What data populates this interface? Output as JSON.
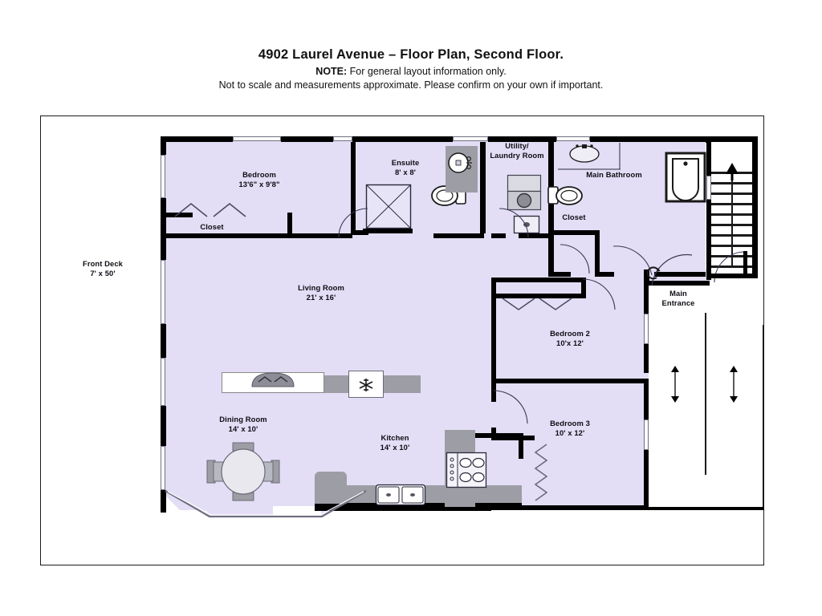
{
  "header": {
    "title": "4902 Laurel Avenue – Floor Plan, Second Floor.",
    "note_label": "NOTE:",
    "note_text": "For general layout information only.",
    "note_line2": "Not to scale and measurements approximate. Please confirm on your own if important."
  },
  "colors": {
    "room_fill": "#E3DEF5",
    "wall": "#000000",
    "frame": "#1A1A1A",
    "fixture_gray": "#9D9DA6",
    "paper": "#FFFFFF"
  },
  "rooms": [
    {
      "id": "bedroom-1",
      "name": "Bedroom",
      "dims": "13'6\" x 9'8\""
    },
    {
      "id": "closet-1",
      "name": "Closet",
      "dims": ""
    },
    {
      "id": "ensuite",
      "name": "Ensuite",
      "dims": "8' x 8'"
    },
    {
      "id": "utility-laundry",
      "name": "Utility/",
      "dims": "Laundry Room"
    },
    {
      "id": "main-bathroom",
      "name": "Main Bathroom",
      "dims": ""
    },
    {
      "id": "closet-2",
      "name": "Closet",
      "dims": ""
    },
    {
      "id": "front-deck",
      "name": "Front Deck",
      "dims": "7'  x  50'"
    },
    {
      "id": "living-room",
      "name": "Living Room",
      "dims": "21' x 16'"
    },
    {
      "id": "bedroom-2",
      "name": "Bedroom 2",
      "dims": "10'x 12'"
    },
    {
      "id": "bedroom-3",
      "name": "Bedroom 3",
      "dims": "10' x 12'"
    },
    {
      "id": "dining-room",
      "name": "Dining Room",
      "dims": "14' x 10'"
    },
    {
      "id": "kitchen",
      "name": "Kitchen",
      "dims": "14' x 10'"
    },
    {
      "id": "main-entrance",
      "name": "Main",
      "dims": "Entrance"
    }
  ],
  "labels": {
    "bedroom1_name": "Bedroom",
    "bedroom1_dims": "13'6\" x 9'8\"",
    "closet1": "Closet",
    "ensuite_name": "Ensuite",
    "ensuite_dims": "8' x 8'",
    "utility_l1": "Utility/",
    "utility_l2": "Laundry Room",
    "main_bathroom": "Main Bathroom",
    "closet2": "Closet",
    "front_deck_name": "Front Deck",
    "front_deck_dims": "7'  x  50'",
    "living_name": "Living Room",
    "living_dims": "21' x 16'",
    "bedroom2_name": "Bedroom 2",
    "bedroom2_dims": "10'x 12'",
    "bedroom3_name": "Bedroom 3",
    "bedroom3_dims": "10' x 12'",
    "dining_name": "Dining Room",
    "dining_dims": "14' x 10'",
    "kitchen_name": "Kitchen",
    "kitchen_dims": "14' x 10'",
    "entrance_l1": "Main",
    "entrance_l2": "Entrance"
  },
  "fixtures": [
    {
      "id": "shower-stall",
      "icon": "shower-icon",
      "room": "ensuite"
    },
    {
      "id": "ensuite-toilet",
      "icon": "toilet-icon",
      "room": "ensuite"
    },
    {
      "id": "ensuite-sink",
      "icon": "sink-icon",
      "room": "ensuite"
    },
    {
      "id": "washer-dryer",
      "icon": "washer-dryer-icon",
      "room": "utility-laundry"
    },
    {
      "id": "laundry-sink",
      "icon": "laundry-sink-icon",
      "room": "utility-laundry"
    },
    {
      "id": "bathroom-toilet",
      "icon": "toilet-icon",
      "room": "main-bathroom"
    },
    {
      "id": "bathroom-vanity",
      "icon": "vanity-sink-icon",
      "room": "main-bathroom"
    },
    {
      "id": "bathtub",
      "icon": "bathtub-icon",
      "room": "main-bathroom"
    },
    {
      "id": "refrigerator",
      "icon": "snowflake-icon",
      "room": "kitchen"
    },
    {
      "id": "range-cooktop",
      "icon": "stove-icon",
      "room": "kitchen"
    },
    {
      "id": "kitchen-sink",
      "icon": "double-sink-icon",
      "room": "kitchen"
    },
    {
      "id": "dining-table",
      "icon": "round-table-icon",
      "room": "dining-room"
    },
    {
      "id": "sofa",
      "icon": "sofa-icon",
      "room": "living-room"
    },
    {
      "id": "staircase",
      "icon": "stairs-up-icon",
      "room": "stairwell"
    }
  ],
  "stairs": {
    "treads": 11,
    "direction": "up",
    "arrow": "▲"
  }
}
